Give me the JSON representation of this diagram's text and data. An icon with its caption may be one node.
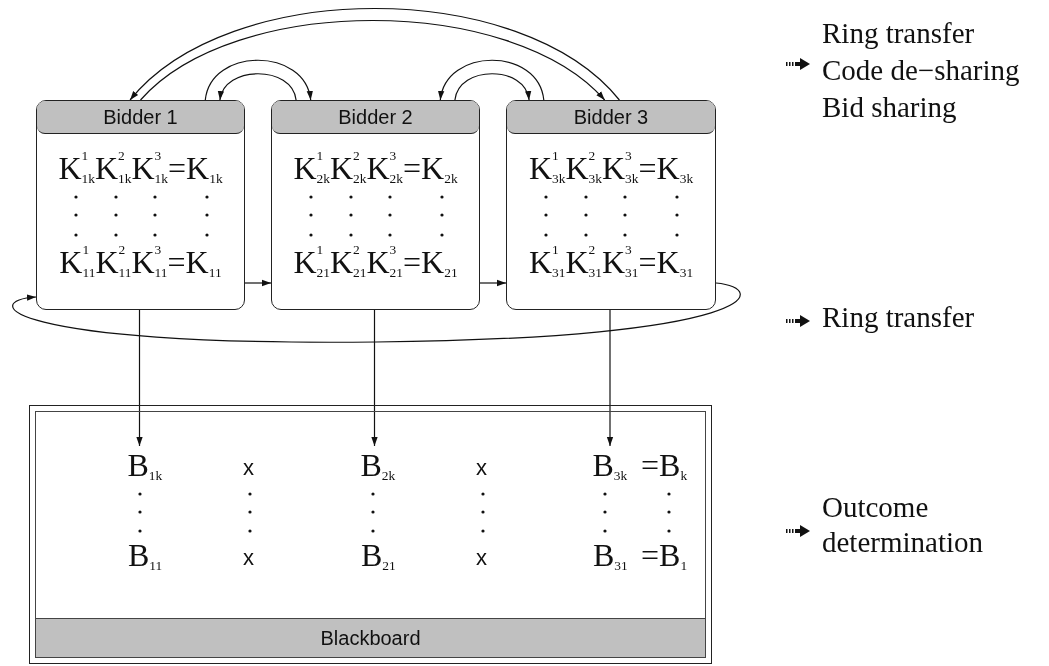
{
  "diagram": {
    "nodes": [
      {
        "text": [
          "Bidder 1",
          "K$^{1}$$_{1k}$K$^{2}$$_{1k}$K$^{3}$$_{1k}$=K$_{1k}$",
          "K$^{1}$$_{11}$K$^{2}$$_{11}$K$^{3}$$_{11}$=K$_{11}$"
        ]
      },
      {
        "text": [
          "Bidder 2",
          "K$^{1}$$_{2k}$K$^{2}$$_{2k}$K$^{3}$$_{2k}$=K$_{2k}$",
          "K$^{1}$$_{21}$K$^{2}$$_{21}$K$^{3}$$_{21}$=K$_{21}$"
        ]
      },
      {
        "text": [
          "Bidder 3",
          "K$^{1}$$_{3k}$K$^{2}$$_{3k}$K$^{3}$$_{3k}$=K$_{3k}$",
          "K$^{1}$$_{31}$K$^{2}$$_{31}$K$^{3}$$_{31}$=K$_{31}$"
        ]
      },
      {
        "text": [
          "Blackboard"
        ]
      },
      {
        "text": [
          "B$_{1k}$"
        ],
        "in": 3
      },
      {
        "text": [
          "B$_{2k}$"
        ],
        "in": 3
      },
      {
        "text": [
          "B$_{3k}$"
        ],
        "in": 3
      }
    ],
    "edges": [
      {
        "from": 2,
        "to": 0,
        "arrow": "to"
      },
      {
        "from": 0,
        "to": 2,
        "arrow": "to"
      },
      {
        "from": 0,
        "to": 1,
        "arrow": "to"
      },
      {
        "from": 1,
        "to": 0,
        "arrow": "to"
      },
      {
        "from": 2,
        "to": 1,
        "arrow": "to"
      },
      {
        "from": 1,
        "to": 2,
        "arrow": "to"
      },
      {
        "from": 0,
        "to": 1,
        "arrow": "to"
      },
      {
        "from": 1,
        "to": 2,
        "arrow": "to"
      },
      {
        "from": 2,
        "to": 0,
        "arrow": "to"
      },
      {
        "from": 0,
        "to": 4,
        "arrow": "to"
      },
      {
        "from": 1,
        "to": 5,
        "arrow": "to"
      },
      {
        "from": 2,
        "to": 6,
        "arrow": "to"
      }
    ],
    "labels": [
      "x",
      "x",
      "=B$_{k}$",
      "B$_{11}$",
      "x",
      "B$_{21}$",
      "x",
      "B$_{31}$",
      "=B$_{1}$",
      "Ring transfer",
      "Code de−sharing",
      "Bid sharing",
      "Ring transfer",
      "Outcome determination"
    ]
  }
}
